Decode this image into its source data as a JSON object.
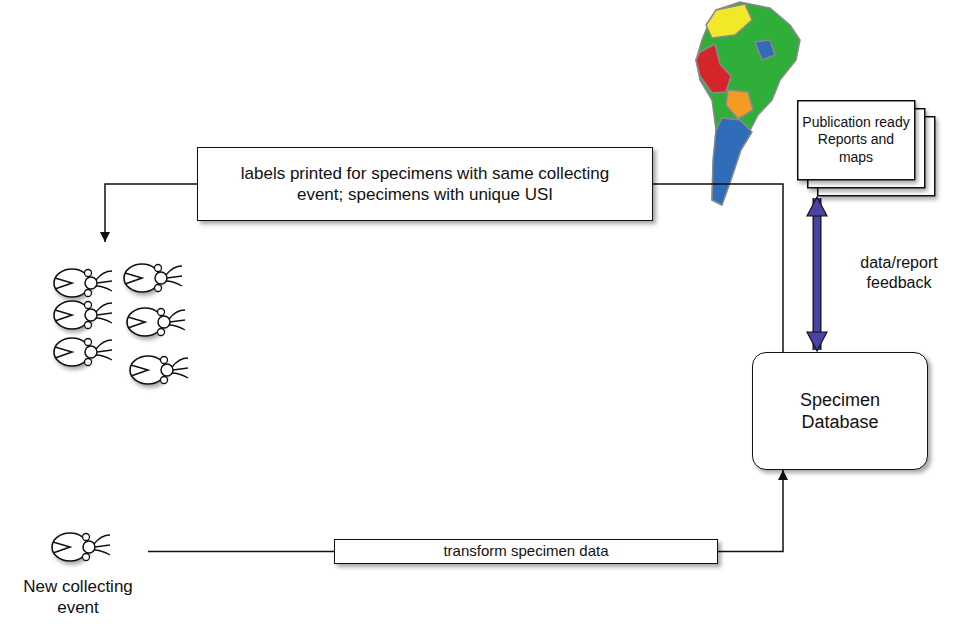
{
  "diagram": {
    "nodes": [
      {
        "text": [
          "labels printed for specimens with same collecting event; specimens with unique USI"
        ]
      },
      {
        "text": [
          "Publication ready Reports and maps"
        ]
      },
      {
        "text": [
          "Specimen Database"
        ]
      },
      {
        "text": [
          "transform specimen data"
        ]
      },
      {
        "text": [
          "New collecting event"
        ]
      }
    ],
    "edges": [
      {
        "from": 4,
        "to": 3,
        "arrow": "none"
      },
      {
        "from": 3,
        "to": 2,
        "arrow": "to"
      },
      {
        "from": 2,
        "to": 1,
        "label": "data/report feedback",
        "arrow": "both"
      },
      {
        "from": 2,
        "to": 0,
        "arrow": "none"
      }
    ]
  }
}
